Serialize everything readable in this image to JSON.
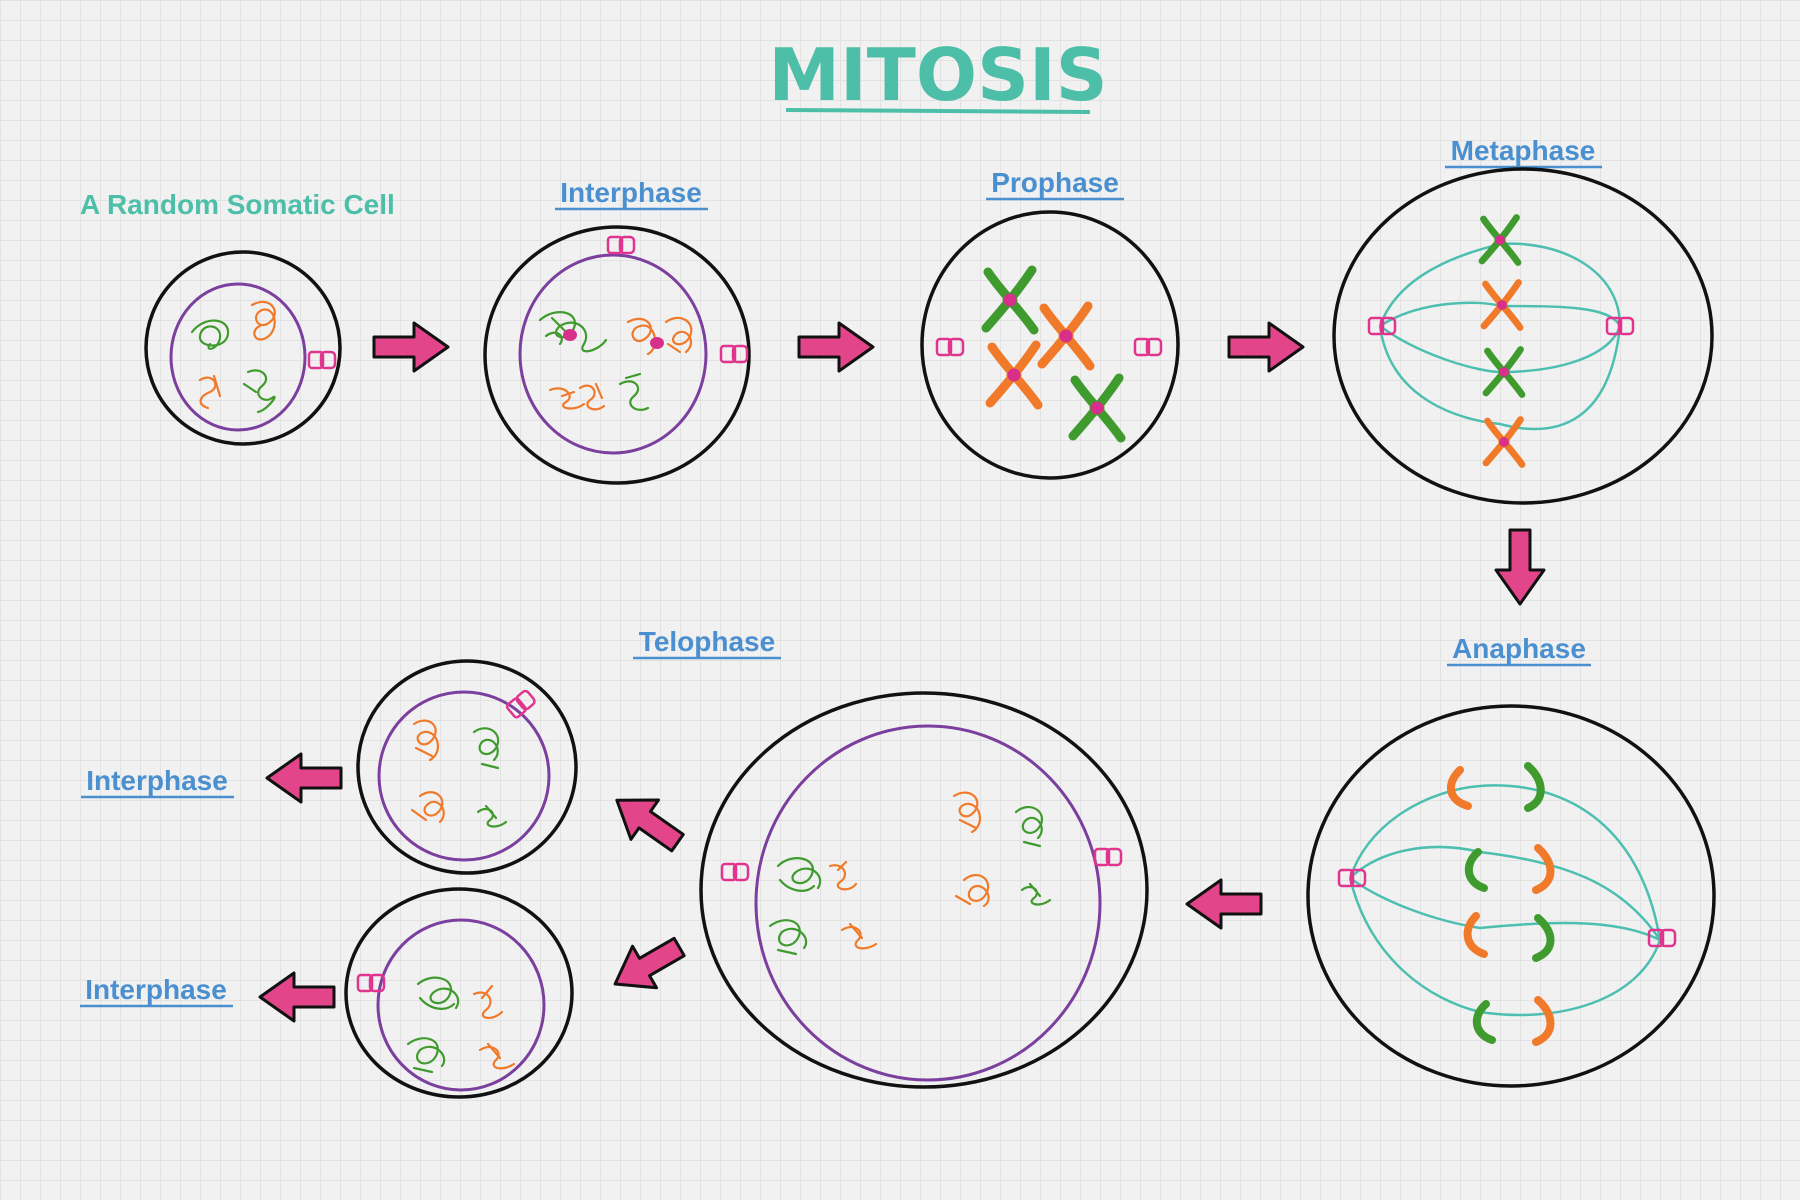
{
  "title": "MITOSIS",
  "labels": {
    "somatic": "A Random Somatic Cell",
    "interphase": "Interphase",
    "prophase": "Prophase",
    "metaphase": "Metaphase",
    "anaphase": "Anaphase",
    "telophase": "Telophase",
    "interphase_top": "Interphase",
    "interphase_bottom": "Interphase"
  },
  "colors": {
    "title": "#4dbfa8",
    "somatic_label": "#4dbfa8",
    "stage_label": "#4a8fd0",
    "arrow": "#e2458a",
    "membrane": "#111111",
    "nucleus": "#7b3f9e",
    "chromatin_green": "#3f9b2e",
    "chromatin_orange": "#f07a2a",
    "centromere": "#d8308a",
    "centriole": "#e0348e",
    "spindle": "#4dbfb0"
  },
  "icons": [
    "arrow-right-icon",
    "arrow-down-icon",
    "arrow-left-icon",
    "centriole-icon",
    "chromosome-icon"
  ]
}
